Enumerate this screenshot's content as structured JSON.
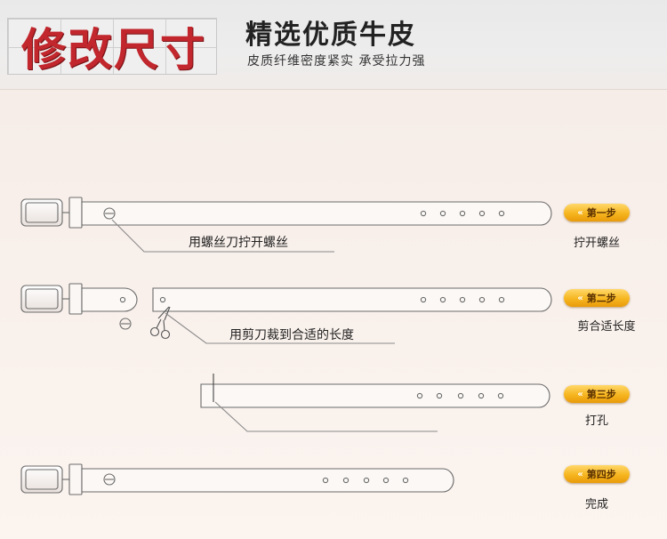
{
  "header": {
    "title_red": "修改尺寸",
    "title_main": "精选优质牛皮",
    "subtitle": "皮质纤维密度紧实  承受拉力强"
  },
  "steps": [
    {
      "button": "第一步",
      "label": "拧开螺丝",
      "caption": "用螺丝刀拧开螺丝"
    },
    {
      "button": "第二步",
      "label": "剪合适长度",
      "caption": "用剪刀裁到合适的长度"
    },
    {
      "button": "第三步",
      "label": "打孔"
    },
    {
      "button": "第四步",
      "label": "完成"
    }
  ],
  "icons": {
    "step_button_icon": "chevron-double-left",
    "tool_icon": "scissors-icon",
    "screw_icon": "screw-icon"
  },
  "colors": {
    "title_red": "#c1272d",
    "button_orange": "#f6b51f",
    "line": "#6b6b6b"
  }
}
